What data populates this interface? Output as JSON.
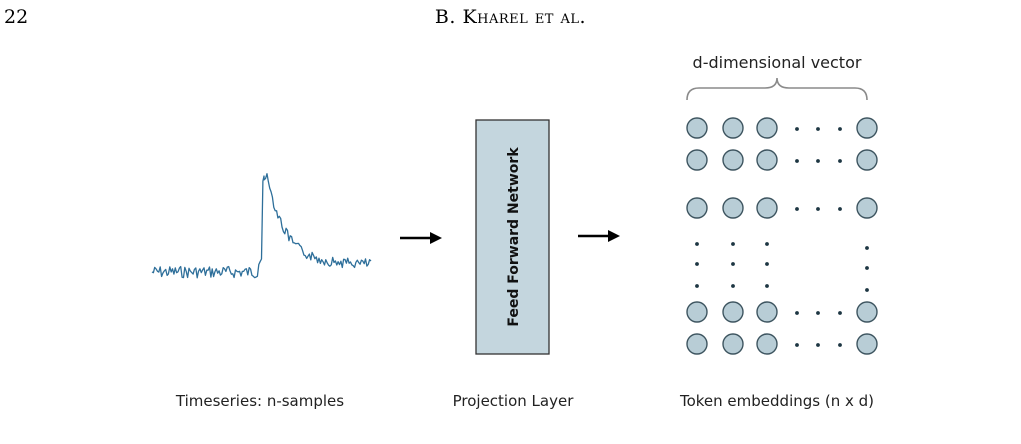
{
  "header": {
    "page_number": "22",
    "running_head": "B. Kharel et al."
  },
  "figure": {
    "vector_label": "d-dimensional vector",
    "ffn_label": "Feed Forward Network",
    "captions": {
      "timeseries": "Timeseries: n-samples",
      "projection": "Projection Layer",
      "embeddings": "Token embeddings (n x d)"
    },
    "colors": {
      "node_fill": "#b8cdd6",
      "node_stroke": "#3e5560",
      "ffn_fill": "#c4d6de",
      "series_line": "#2e6f9a",
      "brace": "#8a8a8a",
      "dots": "#1d3642"
    }
  }
}
